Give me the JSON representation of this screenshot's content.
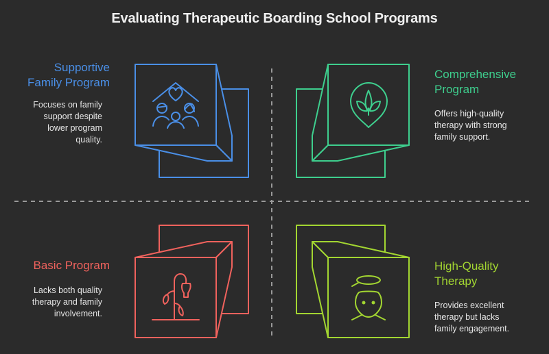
{
  "title": "Evaluating Therapeutic Boarding School Programs",
  "colors": {
    "background": "#2b2b2b",
    "supportive": "#4a8fe7",
    "comprehensive": "#3ecf8e",
    "basic": "#f0625d",
    "high_quality": "#a3d631",
    "divider": "#9a9a9a"
  },
  "quadrants": {
    "top_left": {
      "label_line1": "Supportive",
      "label_line2": "Family Program",
      "desc_line1": "Focuses on family",
      "desc_line2": "support despite",
      "desc_line3": "lower program",
      "desc_line4": "quality.",
      "icon": "family-house-heart-icon"
    },
    "top_right": {
      "label_line1": "Comprehensive",
      "label_line2": "Program",
      "desc_line1": "Offers high-quality",
      "desc_line2": "therapy with strong",
      "desc_line3": "family support.",
      "icon": "sprout-pin-icon"
    },
    "bottom_left": {
      "label_line1": "Basic Program",
      "desc_line1": "Lacks both quality",
      "desc_line2": "therapy and family",
      "desc_line3": "involvement.",
      "icon": "wilted-plant-icon"
    },
    "bottom_right": {
      "label_line1": "High-Quality",
      "label_line2": "Therapy",
      "desc_line1": "Provides excellent",
      "desc_line2": "therapy but lacks",
      "desc_line3": "family engagement.",
      "icon": "person-halo-icon"
    }
  }
}
